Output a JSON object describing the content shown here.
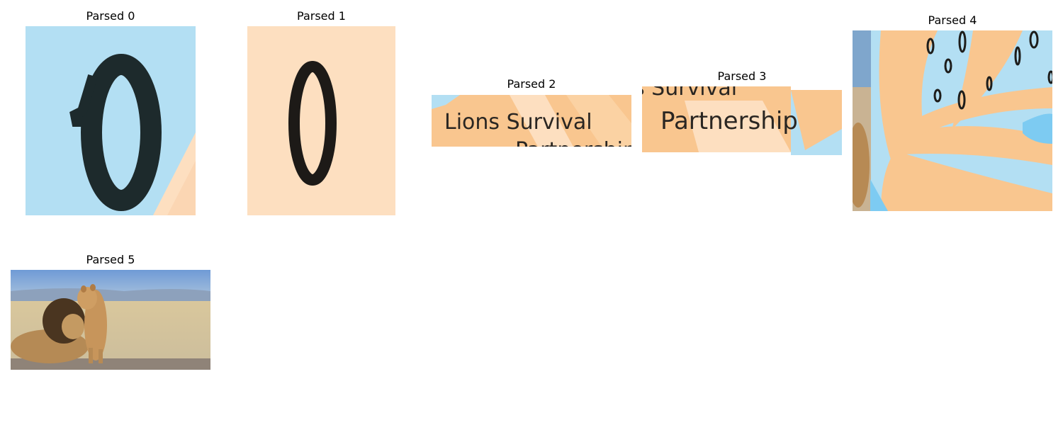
{
  "panels": [
    {
      "title": "Parsed 0",
      "image_icon": "digit-zero-crop-blue"
    },
    {
      "title": "Parsed 1",
      "image_icon": "digit-zero-crop-peach"
    },
    {
      "title": "Parsed 2",
      "image_icon": "sign-text-crop",
      "image_text": "Lions Survival"
    },
    {
      "title": "Parsed 3",
      "image_icon": "sign-text-crop",
      "image_text": "Partnership"
    },
    {
      "title": "Parsed 4",
      "image_icon": "abstract-illustration-crop"
    },
    {
      "title": "Parsed 5",
      "image_icon": "lion-photo-crop"
    }
  ],
  "colors": {
    "light_blue": "#b3dff3",
    "peach": "#fddfc0",
    "orange": "#f9c68f",
    "sky_blue": "#7dcbf2",
    "ink": "#1d1d1b"
  }
}
